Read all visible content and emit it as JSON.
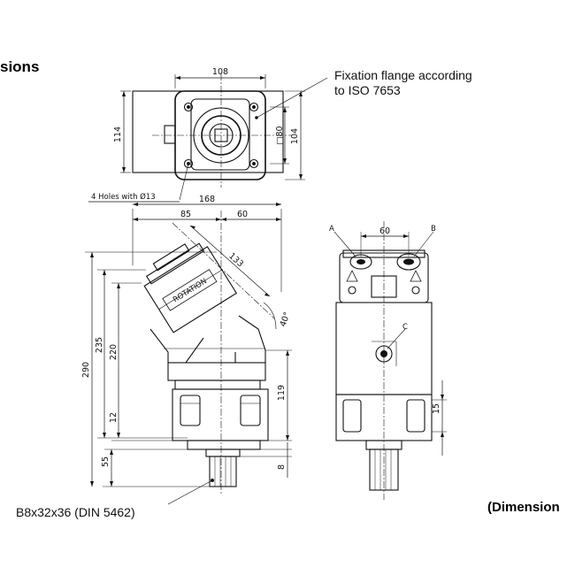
{
  "headings": {
    "top_left": "sions",
    "bottom_right": "(Dimension"
  },
  "callouts": {
    "flange_line1": "Fixation flange according",
    "flange_line2": "to ISO 7653",
    "holes": "4 Holes with Ø13",
    "shaft": "B8x32x36 (DIN 5462)"
  },
  "dimensions": {
    "top_width": "108",
    "top_height": "114",
    "square": "□80",
    "right_height": "104",
    "overall_width": "168",
    "width_85": "85",
    "width_60": "60",
    "diagonal": "133",
    "angle": "40°",
    "overall_height": "290",
    "h235": "235",
    "h220": "220",
    "h119": "119",
    "h12": "12",
    "h55": "55",
    "h8": "8",
    "port_spacing": "60",
    "h15": "15"
  },
  "ports": {
    "a": "A",
    "b": "B",
    "c": "C"
  },
  "rotation_label": "ROTATION"
}
